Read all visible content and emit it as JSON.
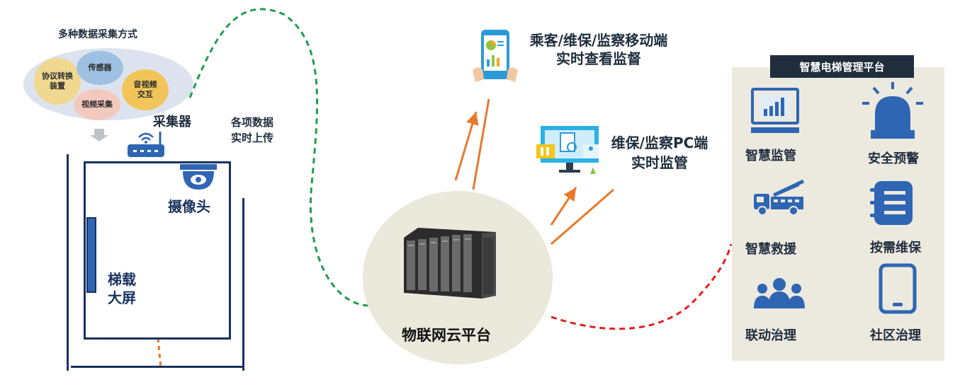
{
  "collection": {
    "title": "多种数据采集方式",
    "bubbles": [
      "协议转换装置",
      "传感器",
      "音视频交互",
      "视频采集"
    ]
  },
  "collector_label": "采集器",
  "upload_label": "各项数据实时上传",
  "camera_label": "摄像头",
  "screen_label": "梯载大屏",
  "cloud_label": "物联网云平台",
  "mobile_label": "乘客/维保/监察移动端实时查看监督",
  "pc_label": "维保/监察PC端实时监管",
  "platform": {
    "title": "智慧电梯管理平台",
    "items": [
      "智慧监管",
      "安全预警",
      "智慧救援",
      "按需维保",
      "联动治理",
      "社区治理"
    ]
  },
  "colors": {
    "navy": "#17325e",
    "icon_blue": "#2f66b3",
    "green_dash": "#1e9e4b",
    "red_dash": "#e02020",
    "orange_arrow": "#e8792b",
    "panel_bg": "#ece9df",
    "cloud_bg": "#ebe8dc"
  }
}
